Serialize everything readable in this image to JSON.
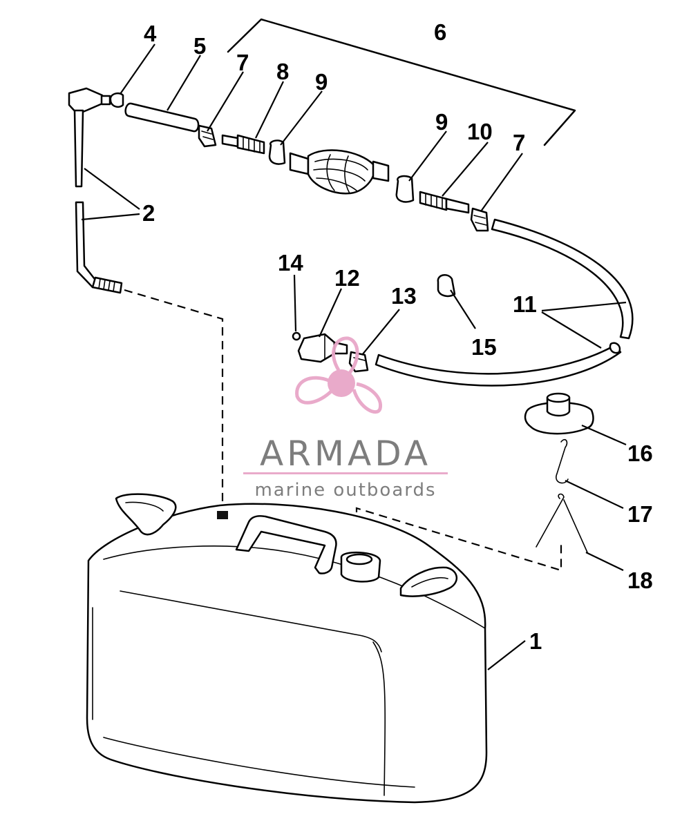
{
  "callouts": [
    {
      "key": "n1",
      "label": "1"
    },
    {
      "key": "n2",
      "label": "2"
    },
    {
      "key": "n4",
      "label": "4"
    },
    {
      "key": "n5",
      "label": "5"
    },
    {
      "key": "n6",
      "label": "6"
    },
    {
      "key": "n7a",
      "label": "7"
    },
    {
      "key": "n7b",
      "label": "7"
    },
    {
      "key": "n8",
      "label": "8"
    },
    {
      "key": "n9a",
      "label": "9"
    },
    {
      "key": "n9b",
      "label": "9"
    },
    {
      "key": "n10",
      "label": "10"
    },
    {
      "key": "n11",
      "label": "11"
    },
    {
      "key": "n12",
      "label": "12"
    },
    {
      "key": "n13",
      "label": "13"
    },
    {
      "key": "n14",
      "label": "14"
    },
    {
      "key": "n15",
      "label": "15"
    },
    {
      "key": "n16",
      "label": "16"
    },
    {
      "key": "n17",
      "label": "17"
    },
    {
      "key": "n18",
      "label": "18"
    }
  ],
  "watermark": {
    "brand": "ARMADA",
    "tagline": "marine outboards",
    "logo_color": "#e8a6c8",
    "text_color": "#777777"
  }
}
